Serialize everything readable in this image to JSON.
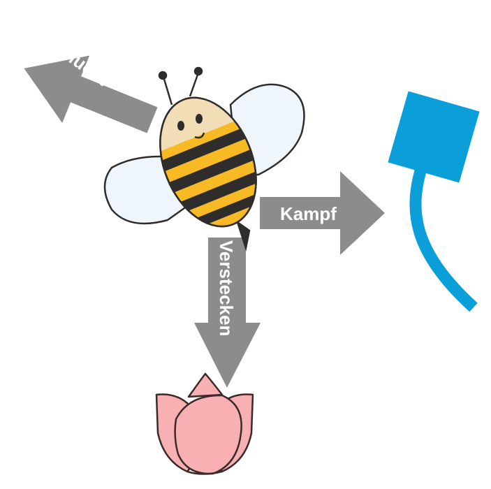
{
  "arrows": {
    "flight": "Flucht",
    "fight": "Kampf",
    "hide": "Verstecken"
  },
  "colors": {
    "arrow": "#8c8c8c",
    "threat": "#0a9fd8",
    "flower": "#f8b0b3",
    "bee_yellow": "#f7b924",
    "bee_stripe": "#2f2d2c",
    "bee_head": "#f1deb6",
    "wing": "#eef5fb"
  }
}
